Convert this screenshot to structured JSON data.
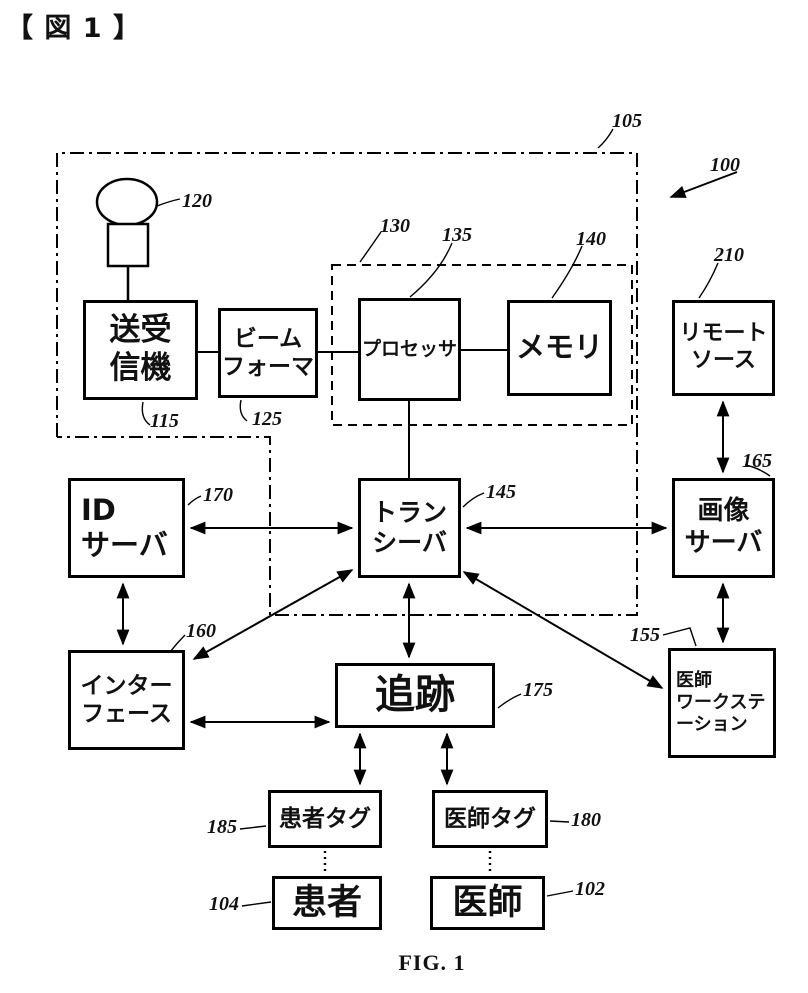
{
  "figure": {
    "header": "【 図 1 】",
    "caption": "FIG. 1"
  },
  "icons": {
    "probe": "ultrasound-probe-icon"
  },
  "nodes": {
    "transmitter_receiver": {
      "label": "送受\n信機",
      "ref": "115"
    },
    "beamformer": {
      "label": "ビーム\nフォーマ",
      "ref": "125"
    },
    "processor": {
      "label": "プロセッサ",
      "ref": "135"
    },
    "memory": {
      "label": "メモリ",
      "ref": "140"
    },
    "remote_source": {
      "label": "リモート\nソース",
      "ref": "210"
    },
    "transceiver": {
      "label": "トラン\nシーバ",
      "ref": "145"
    },
    "image_server": {
      "label": "画像\nサーバ",
      "ref": "165"
    },
    "id_server": {
      "label": "ID\nサーバ",
      "ref": "170"
    },
    "interface": {
      "label": "インター\nフェース",
      "ref": "160"
    },
    "tracking": {
      "label": "追跡",
      "ref": "175"
    },
    "physician_workstation": {
      "label": "医師\nワークステ\nーション",
      "ref": "155"
    },
    "patient_tag": {
      "label": "患者タグ",
      "ref": "185"
    },
    "physician_tag": {
      "label": "医師タグ",
      "ref": "180"
    },
    "patient": {
      "label": "患者",
      "ref": "104"
    },
    "physician": {
      "label": "医師",
      "ref": "102"
    }
  },
  "refs": {
    "system": "100",
    "enclosure": "105",
    "probe": "120",
    "processing_unit": "130"
  }
}
